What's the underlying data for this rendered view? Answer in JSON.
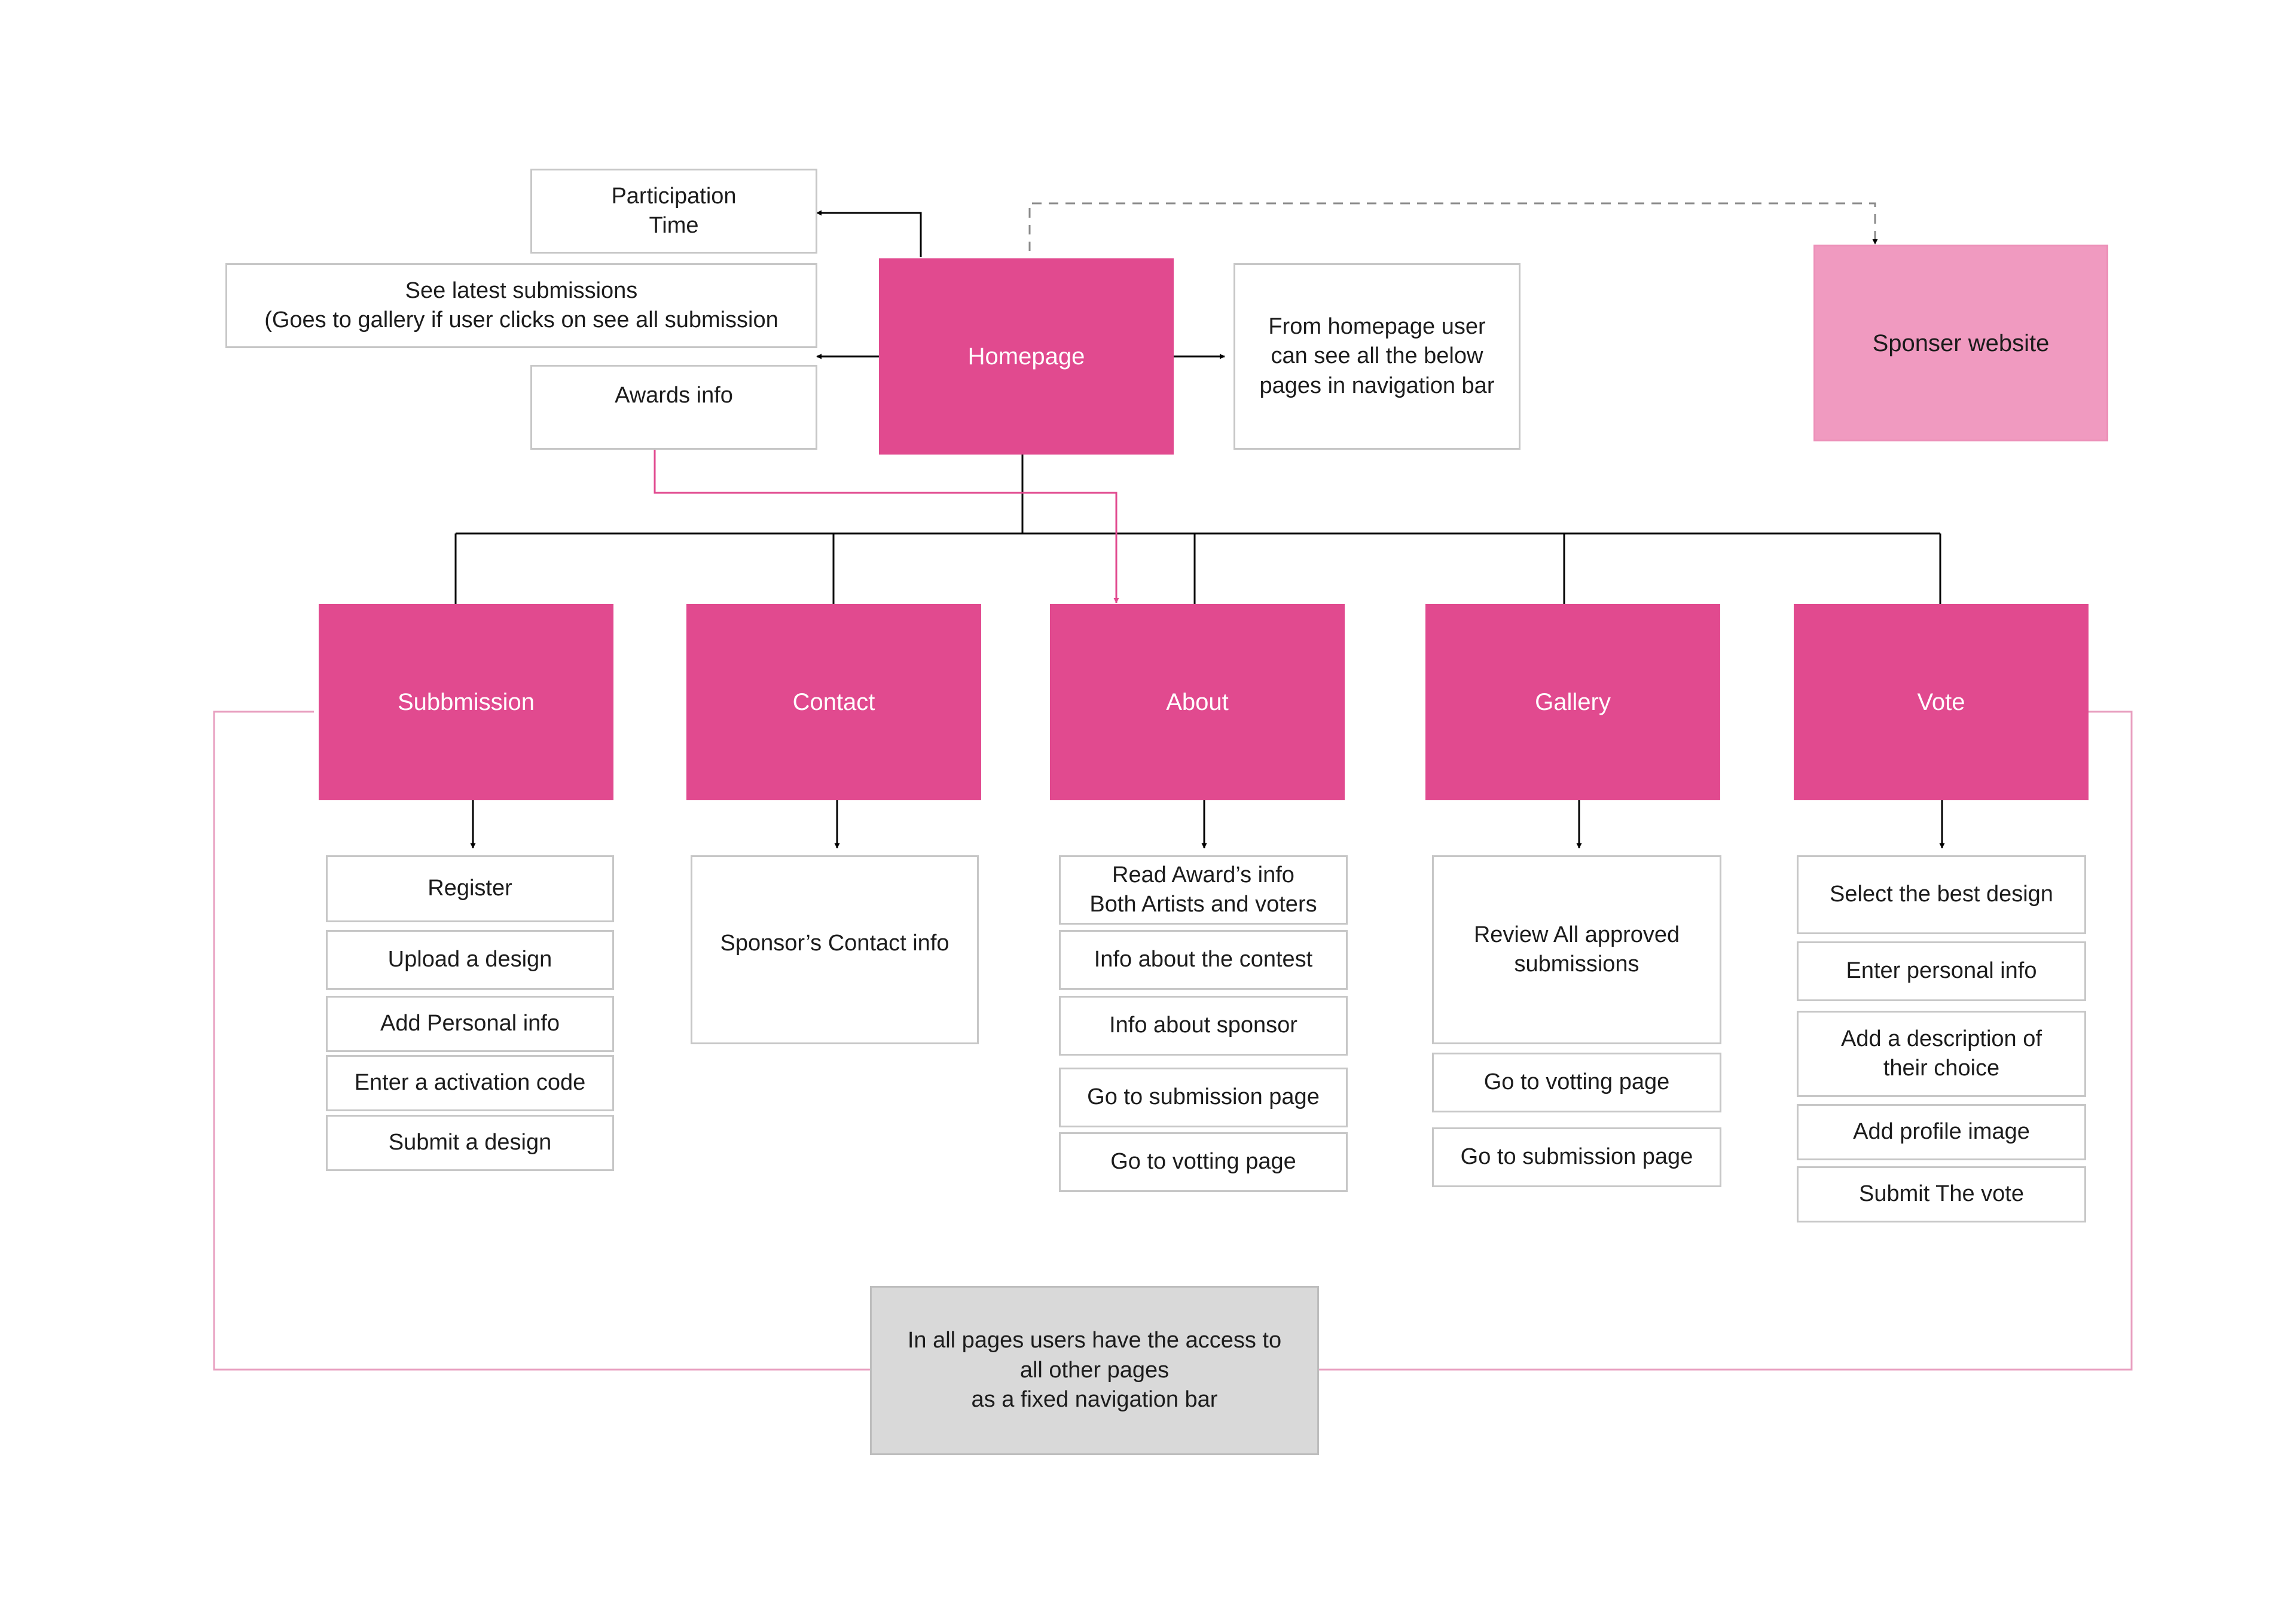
{
  "colors": {
    "page_fill": "#e14a8f",
    "sponsor_fill": "#f09ac0",
    "note_fill": "#d9d9d9",
    "pink_line": "#e14a8f",
    "dashed_line": "#8a8a8a"
  },
  "homepage": {
    "label": "Homepage",
    "participation": "Participation\nTime",
    "latest_submissions": "See latest submissions\n(Goes to gallery if user clicks on see all submission",
    "awards_info": "Awards info",
    "nav_note": "From homepage user\ncan see all the below\npages in navigation bar"
  },
  "sponsor_website": "Sponser website",
  "pages": {
    "submission": {
      "label": "Subbmission",
      "items": [
        "Register",
        "Upload a design",
        "Add Personal info",
        "Enter a activation code",
        "Submit a design"
      ]
    },
    "contact": {
      "label": "Contact",
      "items": [
        "Sponsor’s Contact info"
      ]
    },
    "about": {
      "label": "About",
      "items": [
        "Read Award’s info\nBoth Artists and voters",
        "Info about the contest",
        "Info about sponsor",
        "Go to submission page",
        "Go to votting page"
      ]
    },
    "gallery": {
      "label": "Gallery",
      "items": [
        "Review All approved\nsubmissions",
        "Go to votting page",
        "Go to submission page"
      ]
    },
    "vote": {
      "label": "Vote",
      "items": [
        "Select the best design",
        "Enter personal info",
        "Add a description of\ntheir choice",
        "Add profile image",
        "Submit The vote"
      ]
    }
  },
  "footer_note": "In all pages users have the access to\nall other pages\nas a fixed navigation bar"
}
